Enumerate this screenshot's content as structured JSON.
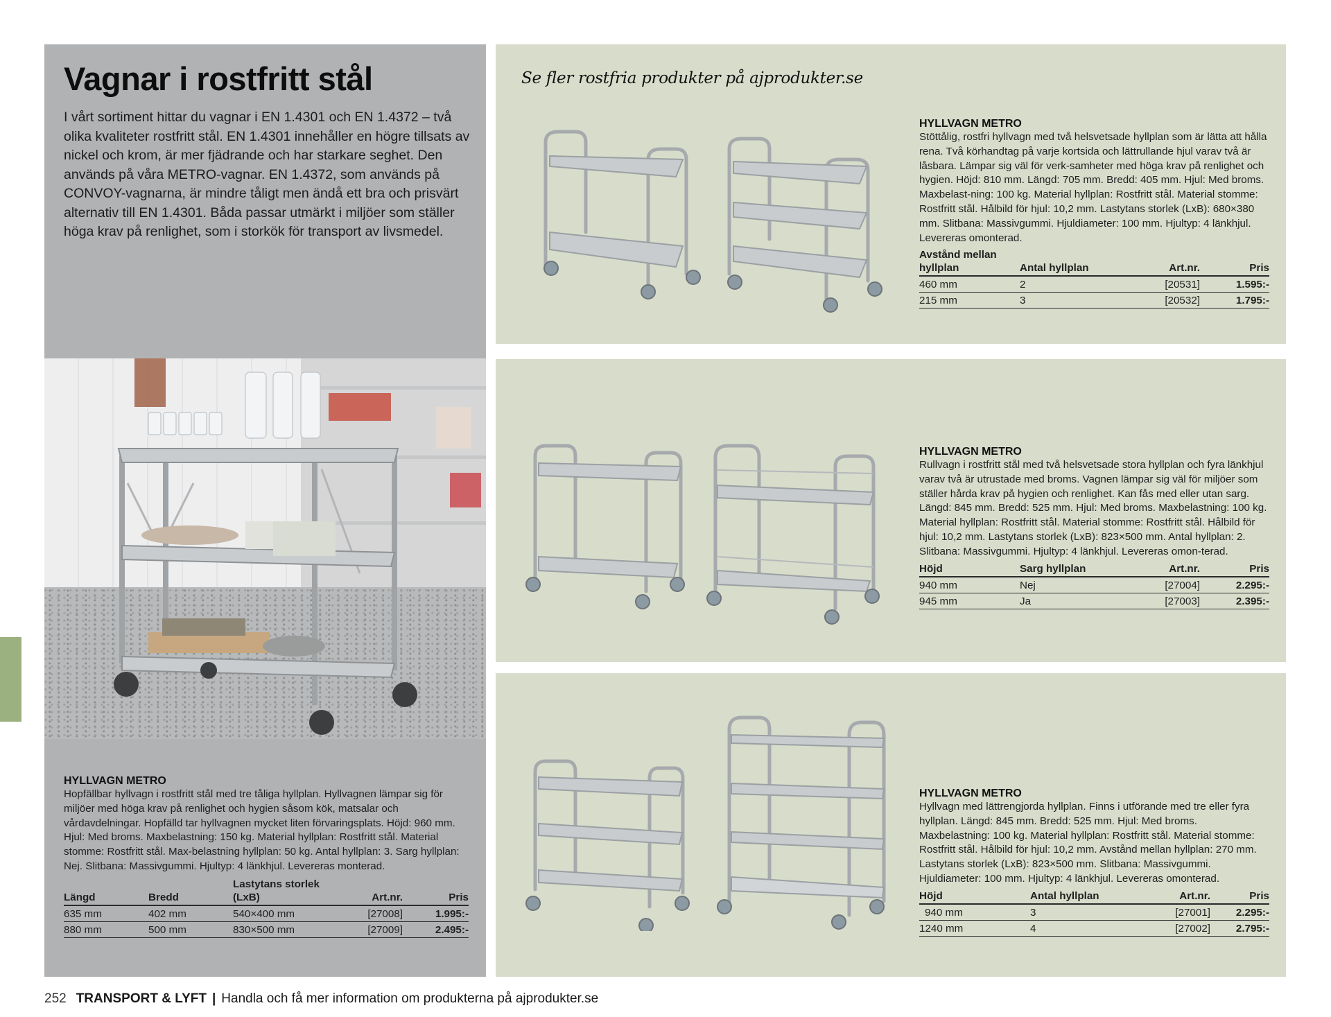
{
  "page": {
    "title": "Vagnar i rostfritt stål",
    "intro": "I vårt sortiment hittar du vagnar i EN 1.4301 och EN 1.4372 – två olika kvaliteter rostfritt stål. EN 1.4301 innehåller en högre tillsats av nickel och krom, är mer fjädrande och har starkare seghet. Den används på våra METRO-vagnar. EN 1.4372, som används på CONVOY-vagnarna, är mindre tåligt men ändå ett bra och prisvärt alternativ till EN 1.4301. Båda passar utmärkt i miljöer som ställer höga krav på renlighet, som i storkök för transport av livsmedel.",
    "promo": "Se fler rostfria produkter på ajprodukter.se",
    "colors": {
      "grey_panel": "#b1b2b4",
      "green_panel": "#d8dccb",
      "side_tab": "#9bb17f"
    }
  },
  "products": [
    {
      "title": "HYLLVAGN METRO",
      "description": "Hopfällbar hyllvagn i rostfritt stål med tre tåliga hyllplan. Hyllvagnen lämpar sig för miljöer med höga krav på renlighet och hygien såsom kök, matsalar och vårdavdelningar. Hopfälld tar hyllvagnen mycket liten förvaringsplats. Höjd: 960 mm. Hjul: Med broms. Maxbelastning: 150 kg. Material hyllplan: Rostfritt stål. Material stomme: Rostfritt stål. Max-belastning hyllplan: 50 kg. Antal hyllplan: 3. Sarg hyllplan: Nej. Slitbana: Massivgummi. Hjultyp: 4 länkhjul. Levereras monterad.",
      "columns": [
        "Längd",
        "Bredd",
        "Lastytans storlek (LxB)",
        "Art.nr.",
        "Pris"
      ],
      "rows": [
        [
          "635 mm",
          "402 mm",
          "540×400 mm",
          "[27008]",
          "1.995:-"
        ],
        [
          "880 mm",
          "500 mm",
          "830×500 mm",
          "[27009]",
          "2.495:-"
        ]
      ]
    },
    {
      "title": "HYLLVAGN METRO",
      "description": "Stöttålig, rostfri hyllvagn med två helsvetsade hyllplan som är lätta att hålla rena. Två körhandtag på varje kortsida och lättrullande hjul varav två är låsbara. Lämpar sig väl för verk-samheter med höga krav på renlighet och hygien. Höjd: 810 mm. Längd: 705 mm. Bredd: 405 mm. Hjul: Med broms. Maxbelast-ning: 100 kg. Material hyllplan: Rostfritt stål. Material stomme: Rostfritt stål. Hålbild för hjul: 10,2 mm. Lastytans storlek (LxB): 680×380 mm. Slitbana: Massivgummi. Hjuldiameter: 100 mm. Hjultyp: 4 länkhjul. Levereras omonterad.",
      "columns": [
        "Avstånd mellan hyllplan",
        "Antal hyllplan",
        "Art.nr.",
        "Pris"
      ],
      "rows": [
        [
          "460 mm",
          "2",
          "[20531]",
          "1.595:-"
        ],
        [
          "215 mm",
          "3",
          "[20532]",
          "1.795:-"
        ]
      ]
    },
    {
      "title": "HYLLVAGN METRO",
      "description": "Rullvagn i rostfritt stål med två helsvetsade stora hyllplan och fyra länkhjul varav två är utrustade med broms. Vagnen lämpar sig väl för miljöer som ställer hårda krav på hygien och renlighet. Kan fås med eller utan sarg. Längd: 845 mm. Bredd: 525 mm. Hjul: Med broms. Maxbelastning: 100 kg. Material hyllplan: Rostfritt stål. Material stomme: Rostfritt stål. Hålbild för hjul: 10,2 mm. Lastytans storlek (LxB): 823×500 mm. Antal hyllplan: 2. Slitbana: Massivgummi. Hjultyp: 4 länkhjul. Levereras omon-terad.",
      "columns": [
        "Höjd",
        "Sarg hyllplan",
        "Art.nr.",
        "Pris"
      ],
      "rows": [
        [
          "940 mm",
          "Nej",
          "[27004]",
          "2.295:-"
        ],
        [
          "945 mm",
          "Ja",
          "[27003]",
          "2.395:-"
        ]
      ]
    },
    {
      "title": "HYLLVAGN METRO",
      "description": "Hyllvagn med lättrengjorda hyllplan. Finns i utförande med tre eller fyra hyllplan. Längd: 845 mm. Bredd: 525 mm. Hjul: Med broms. Maxbelastning: 100 kg. Material hyllplan: Rostfritt stål. Material stomme: Rostfritt stål. Hålbild för hjul: 10,2 mm. Avstånd mellan hyllplan: 270 mm. Lastytans storlek (LxB): 823×500 mm. Slitbana: Massivgummi. Hjuldiameter: 100 mm. Hjultyp: 4 länkhjul. Levereras omonterad.",
      "columns": [
        "Höjd",
        "Antal hyllplan",
        "Art.nr.",
        "Pris"
      ],
      "rows": [
        [
          "940 mm",
          "3",
          "[27001]",
          "2.295:-"
        ],
        [
          "1240 mm",
          "4",
          "[27002]",
          "2.795:-"
        ]
      ]
    }
  ],
  "footer": {
    "page_number": "252",
    "section": "TRANSPORT & LYFT",
    "separator": "|",
    "text": "Handla och få mer information om produkterna på ajprodukter.se"
  }
}
